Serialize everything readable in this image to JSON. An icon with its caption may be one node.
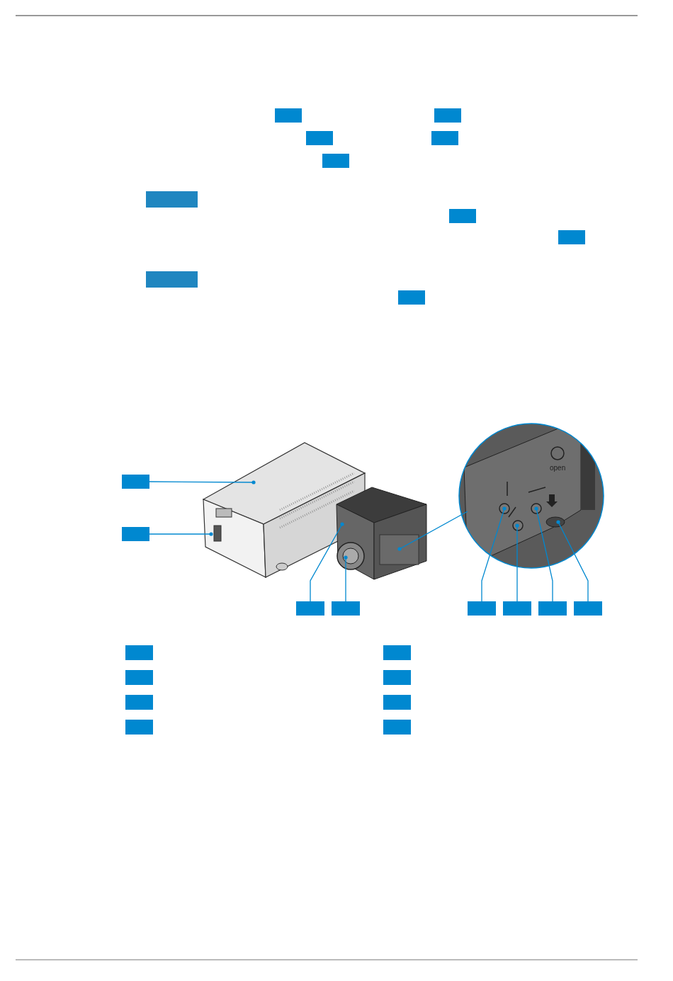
{
  "diagram": {
    "nodes": [
      {
        "text": [],
        "shape": "box"
      },
      {
        "text": [],
        "shape": "box"
      },
      {
        "text": [],
        "shape": "box"
      },
      {
        "text": [],
        "shape": "box"
      },
      {
        "text": [],
        "shape": "box"
      },
      {
        "text": [],
        "shape": "box"
      },
      {
        "text": [],
        "shape": "box"
      },
      {
        "text": [],
        "shape": "box"
      },
      {
        "text": [],
        "shape": "box"
      },
      {
        "text": [],
        "shape": "box"
      },
      {
        "text": [],
        "shape": "box"
      },
      {
        "text": [],
        "shape": "box"
      },
      {
        "text": [],
        "shape": "box"
      },
      {
        "text": [],
        "shape": "box"
      },
      {
        "text": [],
        "shape": "box"
      },
      {
        "text": [],
        "shape": "box"
      },
      {
        "text": [],
        "shape": "box"
      },
      {
        "text": [],
        "shape": "box"
      },
      {
        "text": [],
        "shape": "box"
      },
      {
        "text": [],
        "shape": "box"
      },
      {
        "text": [],
        "shape": "box"
      },
      {
        "text": [],
        "shape": "box"
      },
      {
        "text": [],
        "shape": "box"
      },
      {
        "text": [],
        "shape": "box"
      },
      {
        "text": [],
        "shape": "box"
      },
      {
        "text": [],
        "shape": "box"
      }
    ],
    "edges": [
      {
        "from": 10,
        "to": null,
        "arrow": "other"
      },
      {
        "from": 11,
        "to": null,
        "arrow": "other"
      },
      {
        "from": 12,
        "to": null,
        "arrow": "other"
      },
      {
        "from": 13,
        "to": null,
        "arrow": "other"
      },
      {
        "from": 14,
        "to": null,
        "arrow": "other"
      },
      {
        "from": 15,
        "to": null,
        "arrow": "other"
      },
      {
        "from": 16,
        "to": null,
        "arrow": "other"
      },
      {
        "from": 17,
        "to": null,
        "arrow": "other"
      }
    ],
    "labels": [
      "open"
    ]
  }
}
